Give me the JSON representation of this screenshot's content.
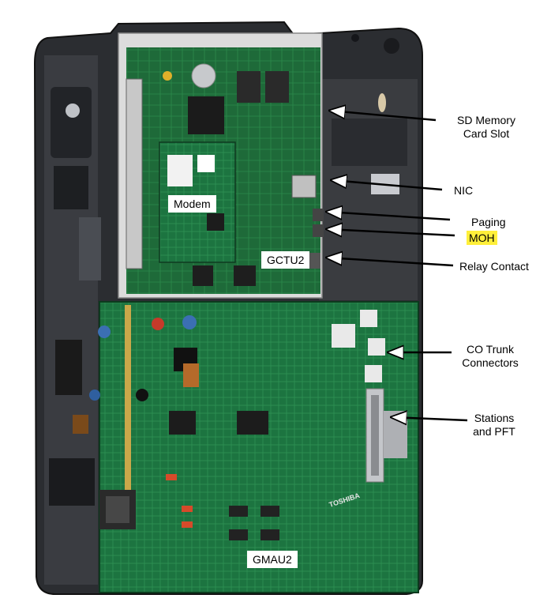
{
  "boards": {
    "modem": "Modem",
    "gctu2": "GCTU2",
    "gmau2": "GMAU2",
    "brand": "TOSHIBA"
  },
  "callouts": {
    "sd_line1": "SD Memory",
    "sd_line2": "Card Slot",
    "nic": "NIC",
    "paging": "Paging",
    "moh": "MOH",
    "relay": "Relay Contact",
    "co_line1": "CO Trunk",
    "co_line2": "Connectors",
    "st_line1": "Stations",
    "st_line2": "and PFT"
  },
  "colors": {
    "case": "#2b2d31",
    "pcb": "#1f6b3a",
    "highlight": "#ffef3a"
  }
}
